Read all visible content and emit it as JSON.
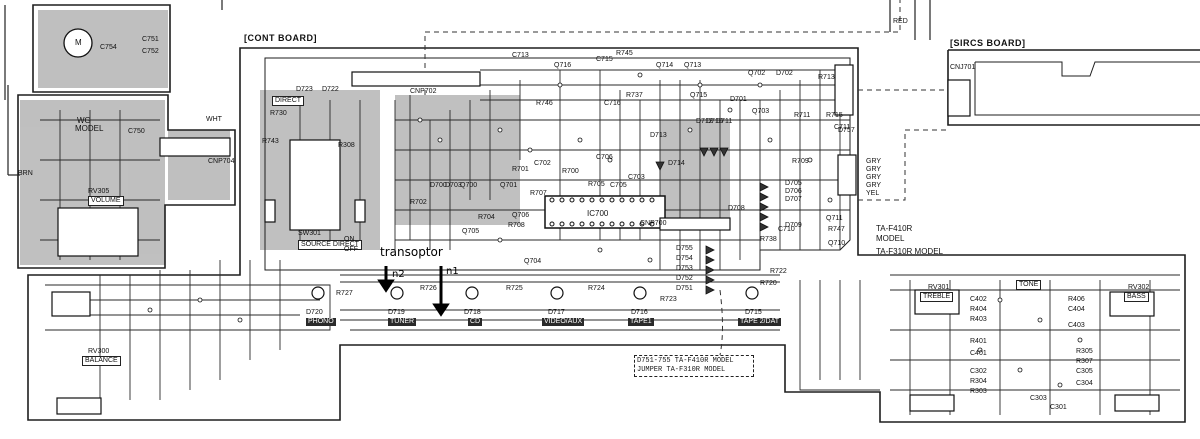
{
  "boards": {
    "cont": "[CONT BOARD]",
    "sircs": "[SIRCS BOARD]"
  },
  "annotations": {
    "transoptor": "transoptor",
    "marker_n2": "n2",
    "marker_n1": "n1"
  },
  "model_notes": {
    "ta_f410r": "TA-F410R",
    "ta_f410r_model": "MODEL",
    "ta_f310r": "TA-F310R MODEL",
    "wg_model_1": "WG",
    "wg_model_2": "MODEL"
  },
  "jumper_note": {
    "line1": "D751-755 TA-F410R MODEL",
    "line2": "JUMPER   TA-F310R MODEL"
  },
  "section_labels": {
    "direct": "DIRECT",
    "volume": "VOLUME",
    "balance": "BALANCE",
    "treble": "TREBLE",
    "bass": "BASS",
    "tone": "TONE",
    "source_direct": "SOURCE DIRECT",
    "on": "ON",
    "off": "OFF",
    "phono": "PHONO",
    "tuner": "TUNER",
    "cd": "CD",
    "video_aux": "VIDEO/AUX",
    "tape1": "TAPE1",
    "tape2_dat": "TAPE 2/DAT",
    "brn": "BRN",
    "red": "RED",
    "wht": "WHT",
    "gry": "GRY",
    "yel": "YEL"
  },
  "components": {
    "ic700": "IC700",
    "cnp700": "CNP700",
    "cnp704": "CNP704",
    "cnj701": "CNJ701",
    "cnp702": "CNP702",
    "sw301": "SW301",
    "rv300": "RV300",
    "rv301": "RV301",
    "rv302": "RV302",
    "rv305": "RV305",
    "d720": "D720",
    "d719": "D719",
    "d718": "D718",
    "d717": "D717",
    "d716": "D716",
    "d715": "D715",
    "d722": "D722",
    "d723": "D723",
    "d700": "D700",
    "d701": "D701",
    "d702": "D702",
    "d703": "D703",
    "d705": "D705",
    "d706": "D706",
    "d707": "D707",
    "d708": "D708",
    "d709": "D709",
    "d710": "D710",
    "d711": "D711",
    "d712": "D712",
    "d713": "D713",
    "d714": "D714",
    "d757": "D757",
    "d751": "D751",
    "d752": "D752",
    "d753": "D753",
    "d754": "D754",
    "d755": "D755",
    "q700": "Q700",
    "q701": "Q701",
    "q702": "Q702",
    "q703": "Q703",
    "q704": "Q704",
    "q705": "Q705",
    "q706": "Q706",
    "q710": "Q710",
    "q711": "Q711",
    "q713": "Q713",
    "q714": "Q714",
    "q715": "Q715",
    "q716": "Q716",
    "r700": "R700",
    "r701": "R701",
    "r702": "R702",
    "r704": "R704",
    "r705": "R705",
    "r707": "R707",
    "r708": "R708",
    "r709": "R709",
    "r711": "R711",
    "r713": "R713",
    "r715": "R715",
    "r720": "R720",
    "r722": "R722",
    "r723": "R723",
    "r724": "R724",
    "r725": "R725",
    "r726": "R726",
    "r727": "R727",
    "r730": "R730",
    "r737": "R737",
    "r738": "R738",
    "r743": "R743",
    "r745": "R745",
    "r746": "R746",
    "r747": "R747",
    "r308": "R308",
    "r403": "R403",
    "r404": "R404",
    "r406": "R406",
    "r401": "R401",
    "r305": "R305",
    "r307": "R307",
    "r303": "R303",
    "r304": "R304",
    "c402": "C402",
    "c404": "C404",
    "c403": "C403",
    "c401": "C401",
    "c301": "C301",
    "c302": "C302",
    "c303": "C303",
    "c304": "C304",
    "c305": "C305",
    "c702": "C702",
    "c703": "C703",
    "c705": "C705",
    "c706": "C706",
    "c710": "C710",
    "c711": "C711",
    "c713": "C713",
    "c715": "C715",
    "c716": "C716",
    "c750": "C750",
    "c751": "C751",
    "c752": "C752",
    "c754": "C754",
    "m_motor": "M"
  }
}
